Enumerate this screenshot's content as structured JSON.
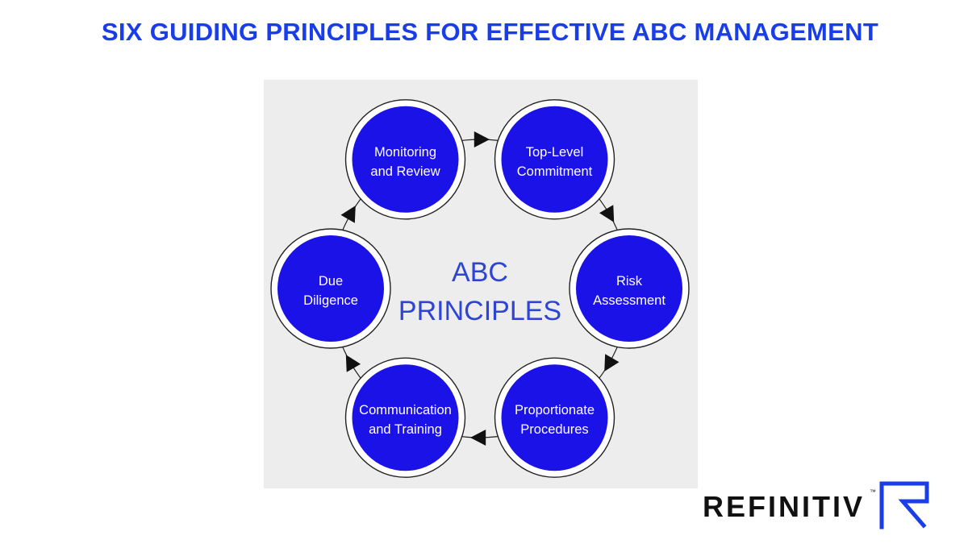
{
  "header": {
    "title": "SIX GUIDING PRINCIPLES FOR EFFECTIVE ABC MANAGEMENT"
  },
  "diagram": {
    "center_lines": [
      "ABC",
      "PRINCIPLES"
    ],
    "nodes": [
      {
        "id": "top-level-commitment",
        "lines": [
          "Top-Level",
          "Commitment"
        ]
      },
      {
        "id": "risk-assessment",
        "lines": [
          "Risk",
          "Assessment"
        ]
      },
      {
        "id": "proportionate-procedures",
        "lines": [
          "Proportionate",
          "Procedures"
        ]
      },
      {
        "id": "communication-and-training",
        "lines": [
          "Communication",
          "and Training"
        ]
      },
      {
        "id": "due-diligence",
        "lines": [
          "Due",
          "Diligence"
        ]
      },
      {
        "id": "monitoring-and-review",
        "lines": [
          "Monitoring",
          "and Review"
        ]
      }
    ],
    "flow": "clockwise",
    "colors": {
      "node_fill": "#1a12e6",
      "node_ring": "#ffffff",
      "center_text": "#2e44d6",
      "panel": "#ecedec"
    }
  },
  "brand": {
    "wordmark": "REFINITIV",
    "trademark": "™",
    "accent_color": "#1a3dea"
  }
}
